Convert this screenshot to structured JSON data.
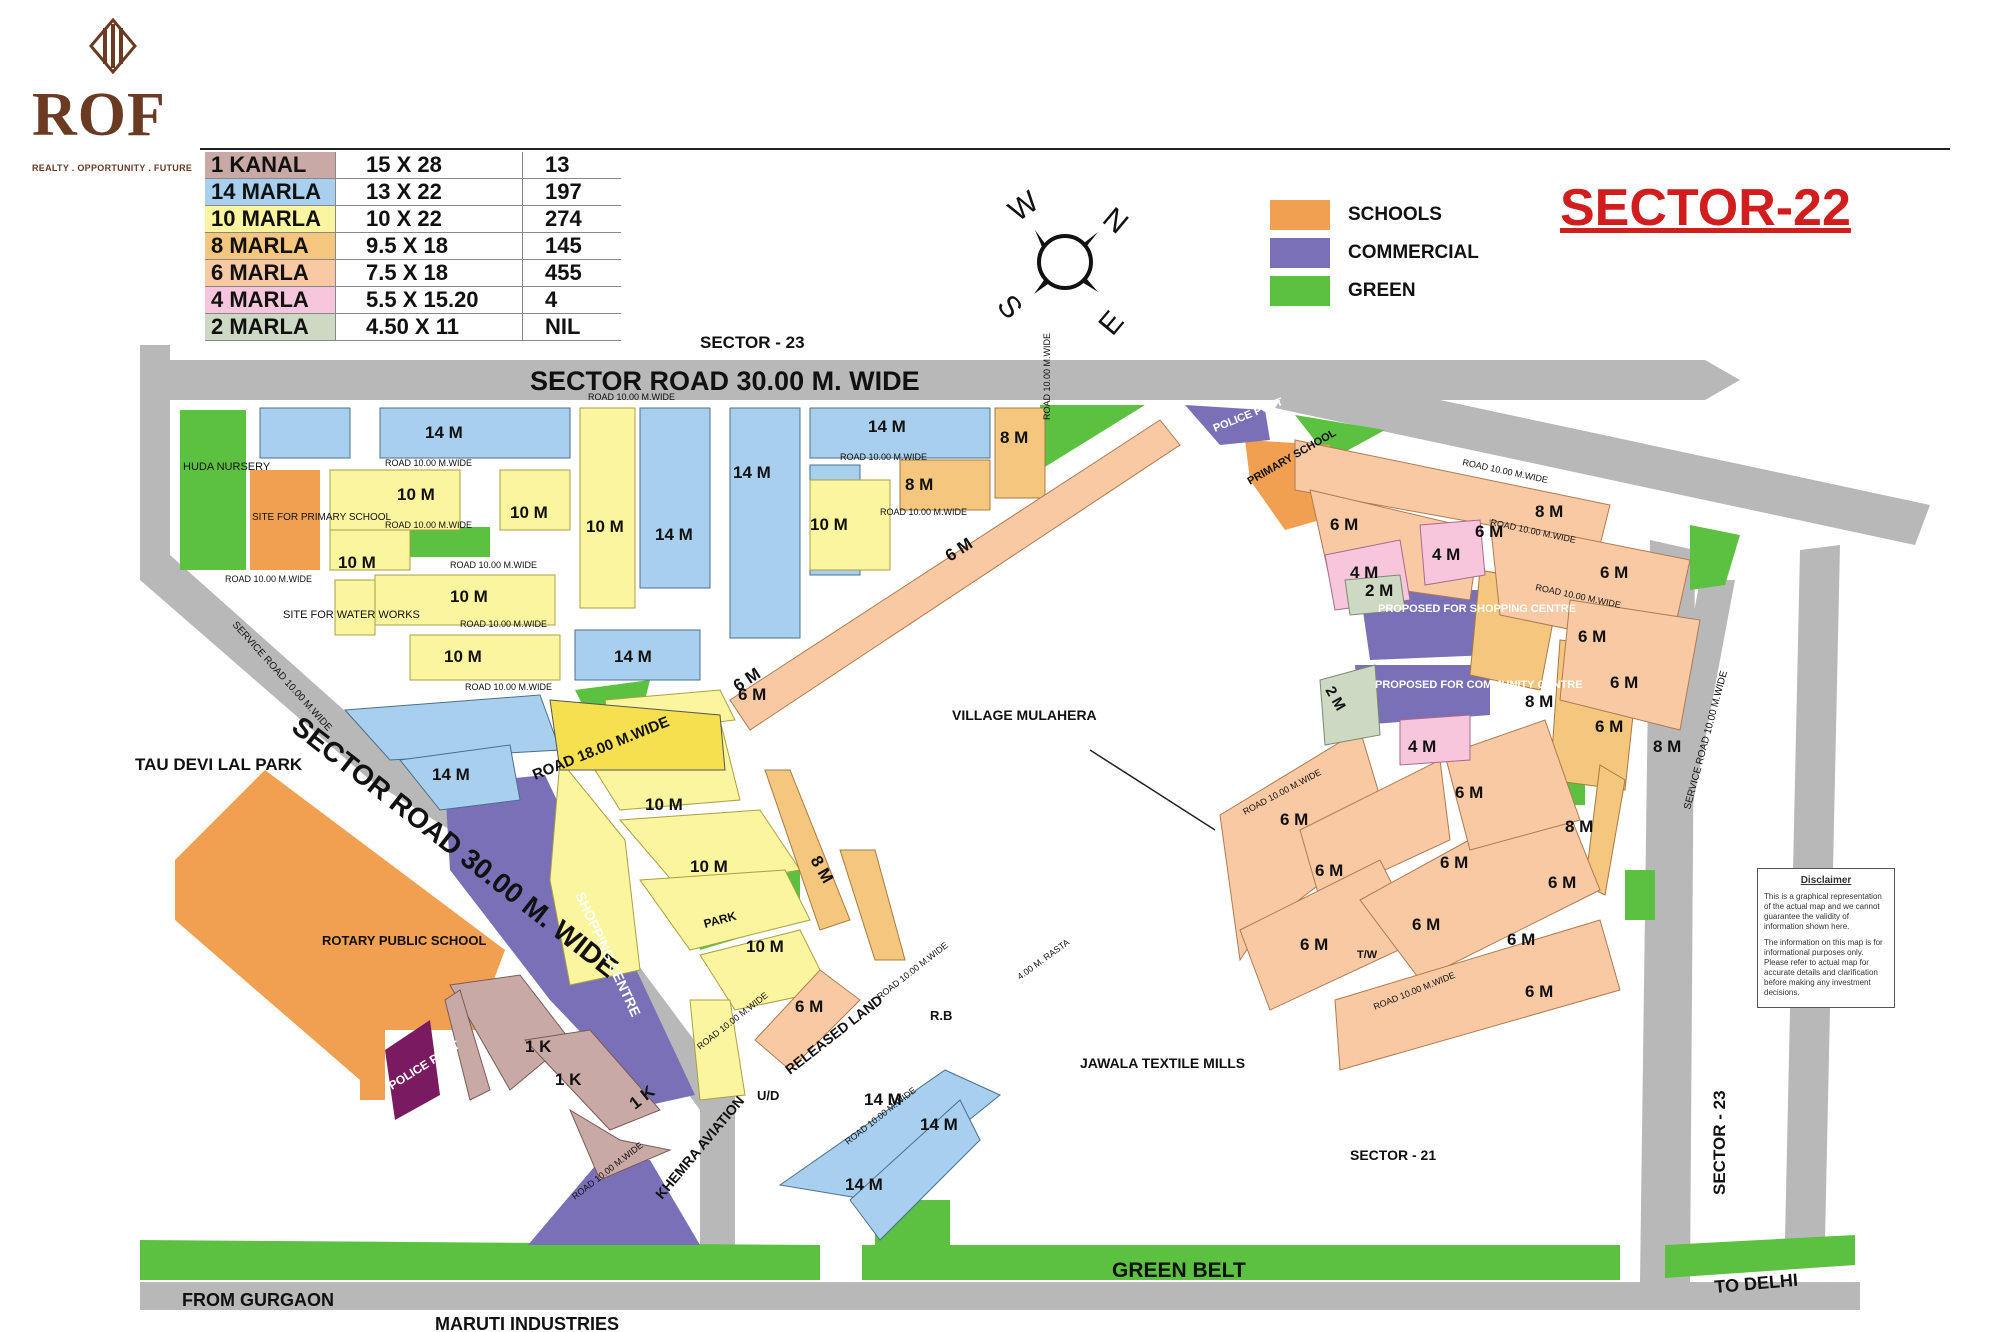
{
  "logo": {
    "name": "ROF",
    "tagline": "REALTY . OPPORTUNITY . FUTURE"
  },
  "title": "SECTOR-22",
  "plot_table": [
    {
      "size": "1 KANAL",
      "dims": "15 X 28",
      "count": "13",
      "color": "#c8a9a5"
    },
    {
      "size": "14 MARLA",
      "dims": "13 X 22",
      "count": "197",
      "color": "#a8d0ee"
    },
    {
      "size": "10 MARLA",
      "dims": "10 X 22",
      "count": "274",
      "color": "#fbf5a0"
    },
    {
      "size": "8 MARLA",
      "dims": "9.5 X 18",
      "count": "145",
      "color": "#f5c67d"
    },
    {
      "size": "6 MARLA",
      "dims": "7.5 X 18",
      "count": "455",
      "color": "#f9c9a3"
    },
    {
      "size": "4 MARLA",
      "dims": "5.5 X 15.20",
      "count": "4",
      "color": "#f7c6dc"
    },
    {
      "size": "2 MARLA",
      "dims": "4.50 X 11",
      "count": "NIL",
      "color": "#cdd9c3"
    }
  ],
  "key": [
    {
      "label": "SCHOOLS",
      "color": "#f0a050"
    },
    {
      "label": "COMMERCIAL",
      "color": "#7a70b8"
    },
    {
      "label": "GREEN",
      "color": "#5cc040"
    }
  ],
  "compass": {
    "w": "W",
    "n": "N",
    "s": "S",
    "e": "E"
  },
  "colors": {
    "road": "#b8b8b8",
    "green": "#5cc040",
    "school": "#f0a050",
    "commercial": "#7a70b8",
    "police": "#7a1a60"
  },
  "labels": {
    "sector23_top": "SECTOR - 23",
    "sector_road_top": "SECTOR ROAD 30.00 M. WIDE",
    "sector_road_diag": "SECTOR ROAD 30.00 M. WIDE",
    "road18": "ROAD 18.00 M.WIDE",
    "service_road_left": "SERVICE ROAD 10.00 M.WIDE",
    "service_road_right": "SERVICE ROAD 10.00 M.WIDE",
    "huda_nursery": "HUDA NURSERY",
    "primary_school_site": "SITE FOR PRIMARY SCHOOL",
    "water_works": "SITE FOR WATER WORKS",
    "tau_devi_lal": "TAU DEVI LAL PARK",
    "rotary": "ROTARY PUBLIC SCHOOL",
    "police_left": "POLICE POST",
    "police_right": "POLICE POST",
    "primary_school_right": "PRIMARY SCHOOL",
    "shopping_centre": "SHOPPING CENTRE",
    "village": "VILLAGE MULAHERA",
    "proposed_shopping": "PROPOSED FOR SHOPPING CENTRE",
    "proposed_community": "PROPOSED FOR COMMUNITY CENTRE",
    "released_land": "RELEASED LAND",
    "rasta": "4.00 M. RASTA",
    "jawala": "JAWALA TEXTILE MILLS",
    "sector21": "SECTOR - 21",
    "sector23_right": "SECTOR - 23",
    "khemra": "KHEMRA AVIATION",
    "green_belt": "GREEN BELT",
    "from_gurgaon": "FROM GURGAON",
    "to_delhi": "TO DELHI",
    "maruti": "MARUTI INDUSTRIES",
    "park": "PARK",
    "ud": "U/D",
    "rb": "R.B",
    "tw": "T/W"
  },
  "block_labels": {
    "14m": "14 M",
    "10m": "10 M",
    "8m": "8 M",
    "6m": "6 M",
    "4m": "4 M",
    "2m": "2 M",
    "1k": "1 K",
    "road10": "ROAD 10.00 M.WIDE"
  },
  "disclaimer": {
    "title": "Disclaimer",
    "p1": "This is a graphical representation of the actual map and we cannot guarantee the validity of information shown here.",
    "p2": "The information on this map is for informational purposes only. Please refer to actual map for accurate details and clarification before making any investment decisions."
  }
}
